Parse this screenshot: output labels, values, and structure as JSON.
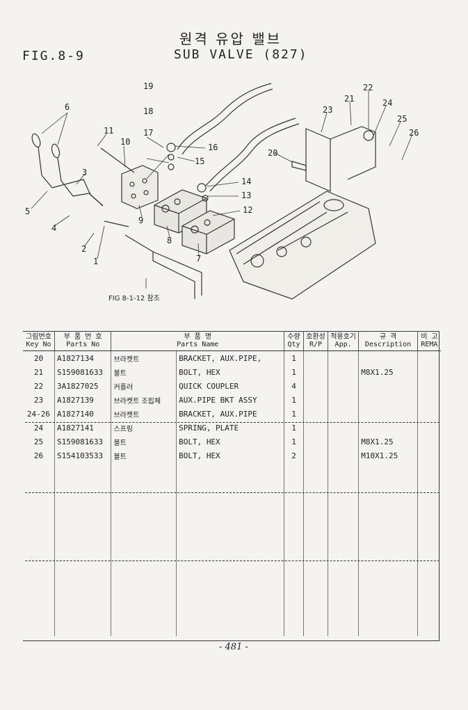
{
  "header": {
    "fig_label": "FIG.8-9",
    "title_ko": "원격 유압 밸브",
    "title_en": "SUB VALVE (827)"
  },
  "diagram": {
    "callouts": [
      "1",
      "2",
      "3",
      "4",
      "5",
      "6",
      "7",
      "8",
      "9",
      "10",
      "11",
      "12",
      "13",
      "14",
      "15",
      "16",
      "17",
      "18",
      "19",
      "20",
      "21",
      "22",
      "23",
      "24",
      "25",
      "26"
    ],
    "reference_note": "FIG 8-1-12 참조"
  },
  "table": {
    "headers": {
      "key_ko": "그림번호",
      "key_en": "Key No",
      "part_ko": "부 품 번 호",
      "part_en": "Parts No",
      "name_ko": "부 품 명",
      "name_en": "Parts Name",
      "qty_ko": "수량",
      "qty_en": "Qty",
      "rp_ko": "호환성",
      "rp_en": "R/P",
      "app_ko": "적용호기",
      "app_en": "App.",
      "desc_ko": "규 격",
      "desc_en": "Description",
      "rem_ko": "비 고",
      "rem_en": "REMA"
    },
    "rows": [
      {
        "key": "20",
        "part": "A1827134",
        "ko": "브라켓트",
        "name": "BRACKET, AUX.PIPE,",
        "qty": "1",
        "desc": ""
      },
      {
        "key": "21",
        "part": "S159081633",
        "ko": "볼트",
        "name": "BOLT, HEX",
        "qty": "1",
        "desc": "M8X1.25"
      },
      {
        "key": "22",
        "part": "3A1827025",
        "ko": "커플러",
        "name": "QUICK COUPLER",
        "qty": "4",
        "desc": ""
      },
      {
        "key": "23",
        "part": "A1827139",
        "ko": "브라켓트 조립체",
        "name": "AUX.PIPE BKT ASSY",
        "qty": "1",
        "desc": ""
      },
      {
        "key": "24-26",
        "part": "A1827140",
        "ko": "브라켓트",
        "name": "BRACKET, AUX.PIPE",
        "qty": "1",
        "desc": ""
      },
      {
        "key": "24",
        "part": "A1827141",
        "ko": "스프링",
        "name": "SPRING, PLATE",
        "qty": "1",
        "desc": ""
      },
      {
        "key": "25",
        "part": "S159081633",
        "ko": "볼트",
        "name": "BOLT, HEX",
        "qty": "1",
        "desc": "M8X1.25"
      },
      {
        "key": "26",
        "part": "S154103533",
        "ko": "볼트",
        "name": "BOLT, HEX",
        "qty": "2",
        "desc": "M10X1.25"
      }
    ]
  },
  "footer": {
    "page_number": "- 481 -"
  }
}
